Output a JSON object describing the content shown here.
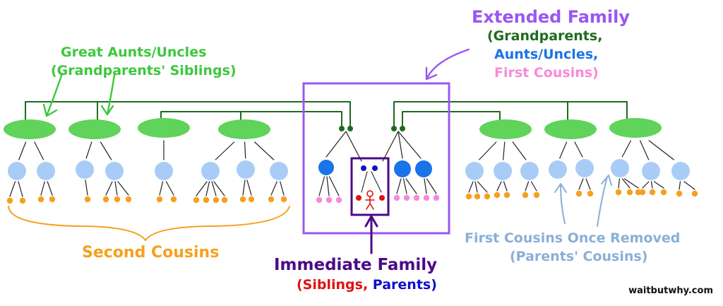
{
  "labels": {
    "extended_family": "Extended Family",
    "grandparents": "(Grandparents,",
    "aunts_uncles": "Aunts/Uncles,",
    "first_cousins": "First Cousins)",
    "great_aunts_1": "Great Aunts/Uncles",
    "great_aunts_2": "(Grandparents' Siblings)",
    "second_cousins": "Second Cousins",
    "immediate_family": "Immediate Family",
    "siblings": "(Siblings,",
    "parents": "Parents)",
    "once_removed_1": "First Cousins Once Removed",
    "once_removed_2": "(Parents' Cousins)",
    "watermark": "waitbutwhy.com"
  },
  "colors": {
    "great_aunt_blob": "#5fd35a",
    "grandparent": "#1e6b1e",
    "parent_cousin": "#a9ccf7",
    "aunt_uncle": "#1a73e8",
    "second_cousin": "#f5a01e",
    "first_cousin": "#f78ad8",
    "parent": "#1010c8",
    "sibling": "#e01010",
    "extended_label": "#9a57f0",
    "immediate_box": "#4b0a86",
    "great_aunt_label": "#3cc83c",
    "second_cousin_label": "#f5a01e",
    "once_removed_label": "#8aaed8"
  }
}
